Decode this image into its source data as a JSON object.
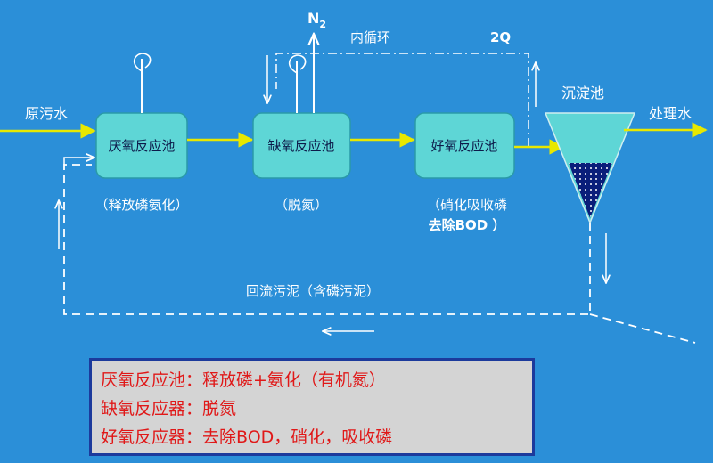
{
  "colors": {
    "background": "#2b8fd8",
    "tank": "#5ed6d6",
    "flow_line": "#e8e800",
    "legend_text": "#e01818",
    "sludge": "#0a1e7a"
  },
  "inflow_label": "原污水",
  "outflow_label": "处理水",
  "n2_label": "N",
  "n2_subscript": "2",
  "internal_recycle_label": "内循环",
  "recycle_ratio_label": "2Q",
  "clarifier_label": "沉淀池",
  "tanks": [
    {
      "name": "厌氧反应池",
      "note_line1": "（释放磷氨化）",
      "note_line2": ""
    },
    {
      "name": "缺氧反应池",
      "note_line1": "（脱氮）",
      "note_line2": ""
    },
    {
      "name": "好氧反应池",
      "note_line1": "（硝化吸收磷",
      "note_line2": "去除BOD ）"
    }
  ],
  "return_sludge_label": "回流污泥（含磷污泥）",
  "legend": [
    "厌氧反应池：释放磷+氨化（有机氮）",
    "缺氧反应器：脱氮",
    "好氧反应器：去除BOD，硝化，吸收磷"
  ]
}
